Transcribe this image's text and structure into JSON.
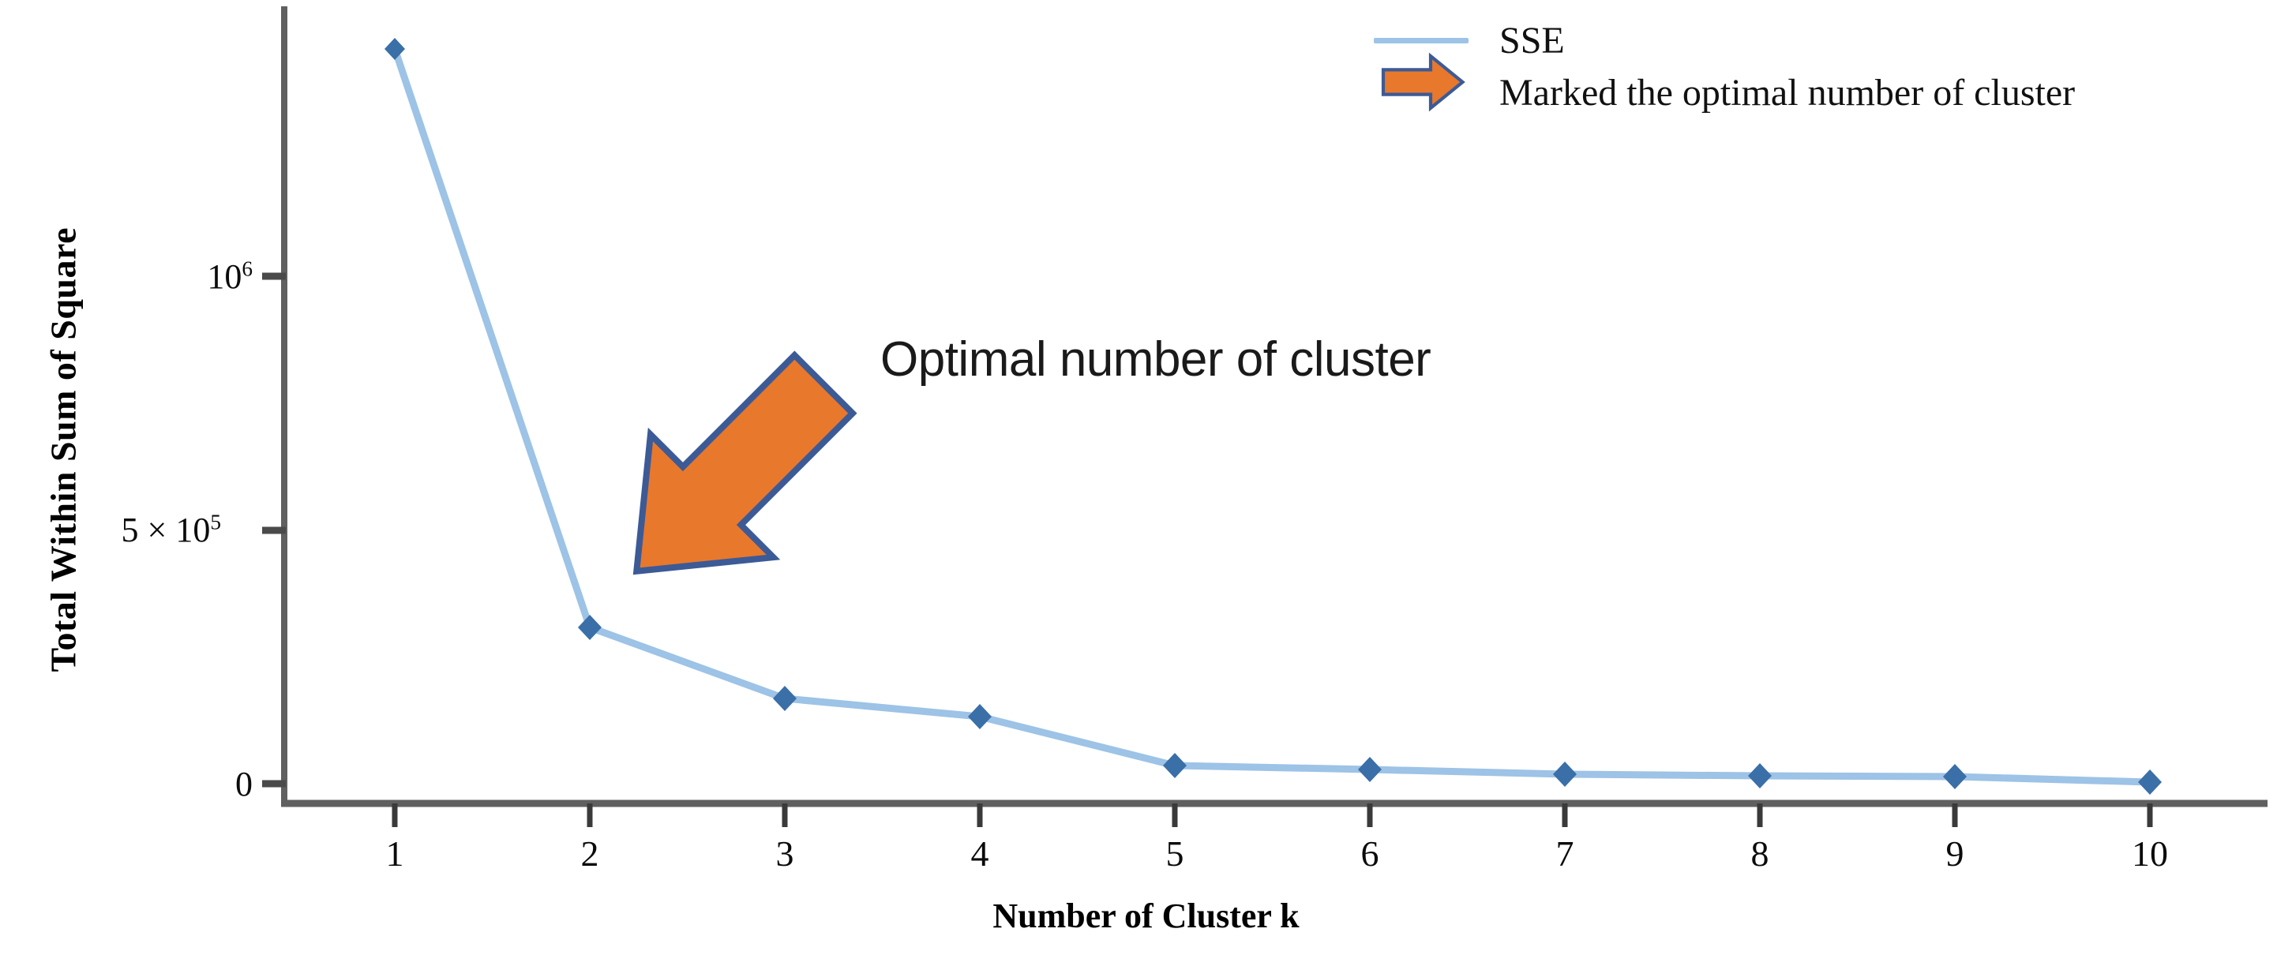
{
  "chart_data": {
    "type": "line",
    "title": "",
    "xlabel": "Number of Cluster k",
    "ylabel": "Total Within Sum of Square",
    "x": [
      1,
      2,
      3,
      4,
      5,
      6,
      7,
      8,
      9,
      10
    ],
    "categories": [
      "1",
      "2",
      "3",
      "4",
      "5",
      "6",
      "7",
      "8",
      "9",
      "10"
    ],
    "series": [
      {
        "name": "SSE",
        "values": [
          1450000,
          308000,
          168000,
          132000,
          36000,
          28000,
          22000,
          20000,
          19000,
          12000
        ]
      }
    ],
    "xlim": [
      0.6,
      10.6
    ],
    "ylim": [
      0,
      1550000
    ],
    "grid": false,
    "legend_position": "top-right",
    "xtick_labels": [
      "1",
      "2",
      "3",
      "4",
      "5",
      "6",
      "7",
      "8",
      "9",
      "10"
    ],
    "ytick_values": [
      0,
      500000,
      1000000
    ],
    "ytick_labels": [
      {
        "mantissa": "0",
        "times": "",
        "base": "",
        "exp": ""
      },
      {
        "mantissa": "5",
        "times": " × ",
        "base": "10",
        "exp": "5"
      },
      {
        "mantissa": "",
        "times": "",
        "base": "10",
        "exp": "6"
      }
    ],
    "annotations": [
      {
        "text": "Optimal number of cluster",
        "points_to_x": 2,
        "style": "orange-block-arrow"
      }
    ]
  },
  "legend": {
    "items": [
      {
        "label": "SSE",
        "swatch": "line",
        "color": "#9dc3e6"
      },
      {
        "label": "Marked the optimal number of cluster",
        "swatch": "arrow",
        "color": "#e8782c"
      }
    ]
  },
  "axes": {
    "y_title": "Total Within Sum of Square",
    "x_title": "Number of Cluster k"
  },
  "colors": {
    "line": "#9dc3e6",
    "marker": "#3a6fa8",
    "arrow_fill": "#e8782c",
    "arrow_stroke": "#3c5a96",
    "axis": "#606060",
    "text": "#0b0b0b"
  }
}
